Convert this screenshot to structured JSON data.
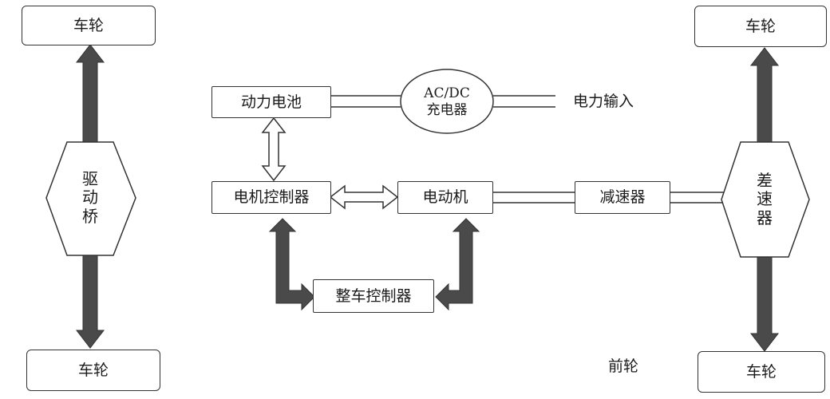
{
  "wheels": {
    "top_left": "车轮",
    "bottom_left": "车轮",
    "top_right": "车轮",
    "bottom_right": "车轮"
  },
  "drive_axle": [
    "驱",
    "动",
    "桥"
  ],
  "differential": [
    "差",
    "速",
    "器"
  ],
  "battery": "动力电池",
  "charger": {
    "line1": "AC/DC",
    "line2": "充电器"
  },
  "power_input": "电力输入",
  "motor_controller": "电机控制器",
  "motor": "电动机",
  "reducer": "减速器",
  "vehicle_controller": "整车控制器",
  "front_wheel_label": "前轮",
  "colors": {
    "arrow_fill": "#4a4a4a",
    "outline": "#333333",
    "background": "#ffffff"
  }
}
